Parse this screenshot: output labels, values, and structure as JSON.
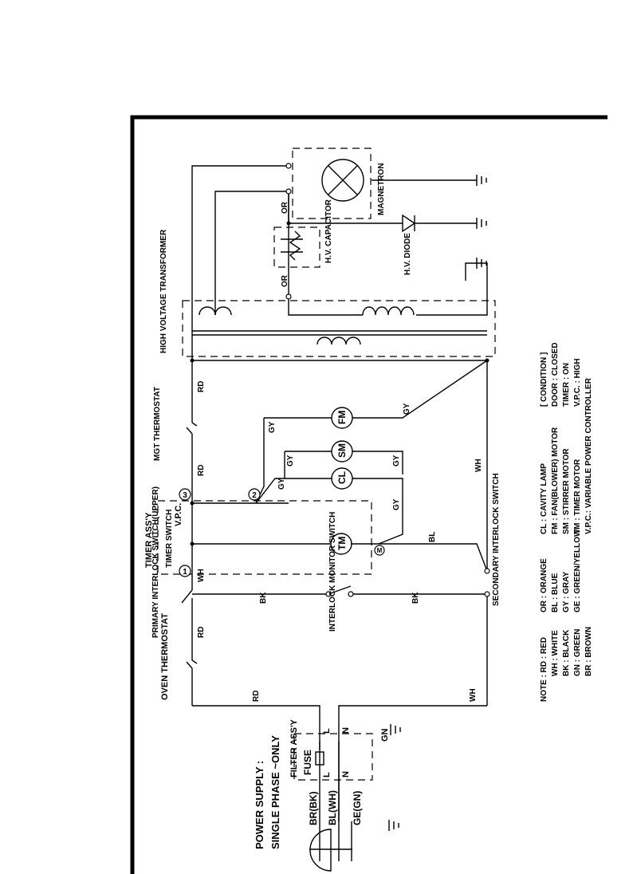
{
  "supply": {
    "line1": "POWER SUPPLY :",
    "line2": "SINGLE PHASE ~ONLY",
    "br": "BR(BK)",
    "bl": "BL(WH)",
    "ge": "GE(GN)"
  },
  "filter": {
    "title": "FILTER ASS'Y",
    "fuse": "FUSE",
    "l_top": "L",
    "n_top": "N",
    "l_bot": "L",
    "n_bot": "N",
    "gn": "GN"
  },
  "components": {
    "oven_thermostat": "OVEN THERMOSTAT",
    "primary_interlock": "PRIMARY INTERLOCK SWITCH(UPPER)",
    "timer_assy": "TIMER ASS'Y",
    "timer_switch": "TIMER SWITCH",
    "vpc": "V.P.C.",
    "tm": "TM",
    "cl": "CL",
    "sm": "SM",
    "fm": "FM",
    "mgt_thermostat": "MGT THERMOSTAT",
    "hv_transformer": "HIGH VOLTAGE TRANSFORMER",
    "hv_capacitor": "H.V. CAPACITOR",
    "hv_diode": "H.V. DIODE",
    "magnetron": "MAGNETRON",
    "interlock_monitor": "INTERLOCK MONITOR SWITCH",
    "secondary_interlock": "SECONDARY INTERLOCK SWITCH"
  },
  "wires": {
    "rd1": "RD",
    "rd2": "RD",
    "rd3": "RD",
    "rd4": "RD",
    "wh1": "WH",
    "wh2": "WH",
    "wh3": "WH",
    "bk1": "BK",
    "bk2": "BK",
    "bl1": "BL",
    "gy1": "GY",
    "gy2": "GY",
    "gy3": "GY",
    "gy4": "GY",
    "gy5": "GY",
    "gy6": "GY",
    "or1": "OR",
    "or2": "OR"
  },
  "terminals": {
    "t1": "1",
    "t2": "2",
    "t3": "3",
    "tm": "M"
  },
  "note": {
    "col1": [
      "NOTE : RD : RED",
      "WH : WHITE",
      "BK : BLACK",
      "GN : GREEN",
      "BR : BROWN"
    ],
    "col2": [
      "OR : ORANGE",
      "BL : BLUE",
      "GY : GRAY",
      "GE : GREEN/YELLOW"
    ],
    "col3": [
      "CL : CAVITY LAMP",
      "FM : FAN(BLOWER) MOTOR",
      "SM : STIRRER MOTOR",
      "TM : TIMER MOTOR",
      "V.P.C.: VARIABLE POWER CONTROLLER"
    ],
    "col4": [
      "[ CONDITION ]",
      "DOOR : CLOSED",
      "TIMER : ON",
      "V.P.C. : HIGH"
    ]
  }
}
